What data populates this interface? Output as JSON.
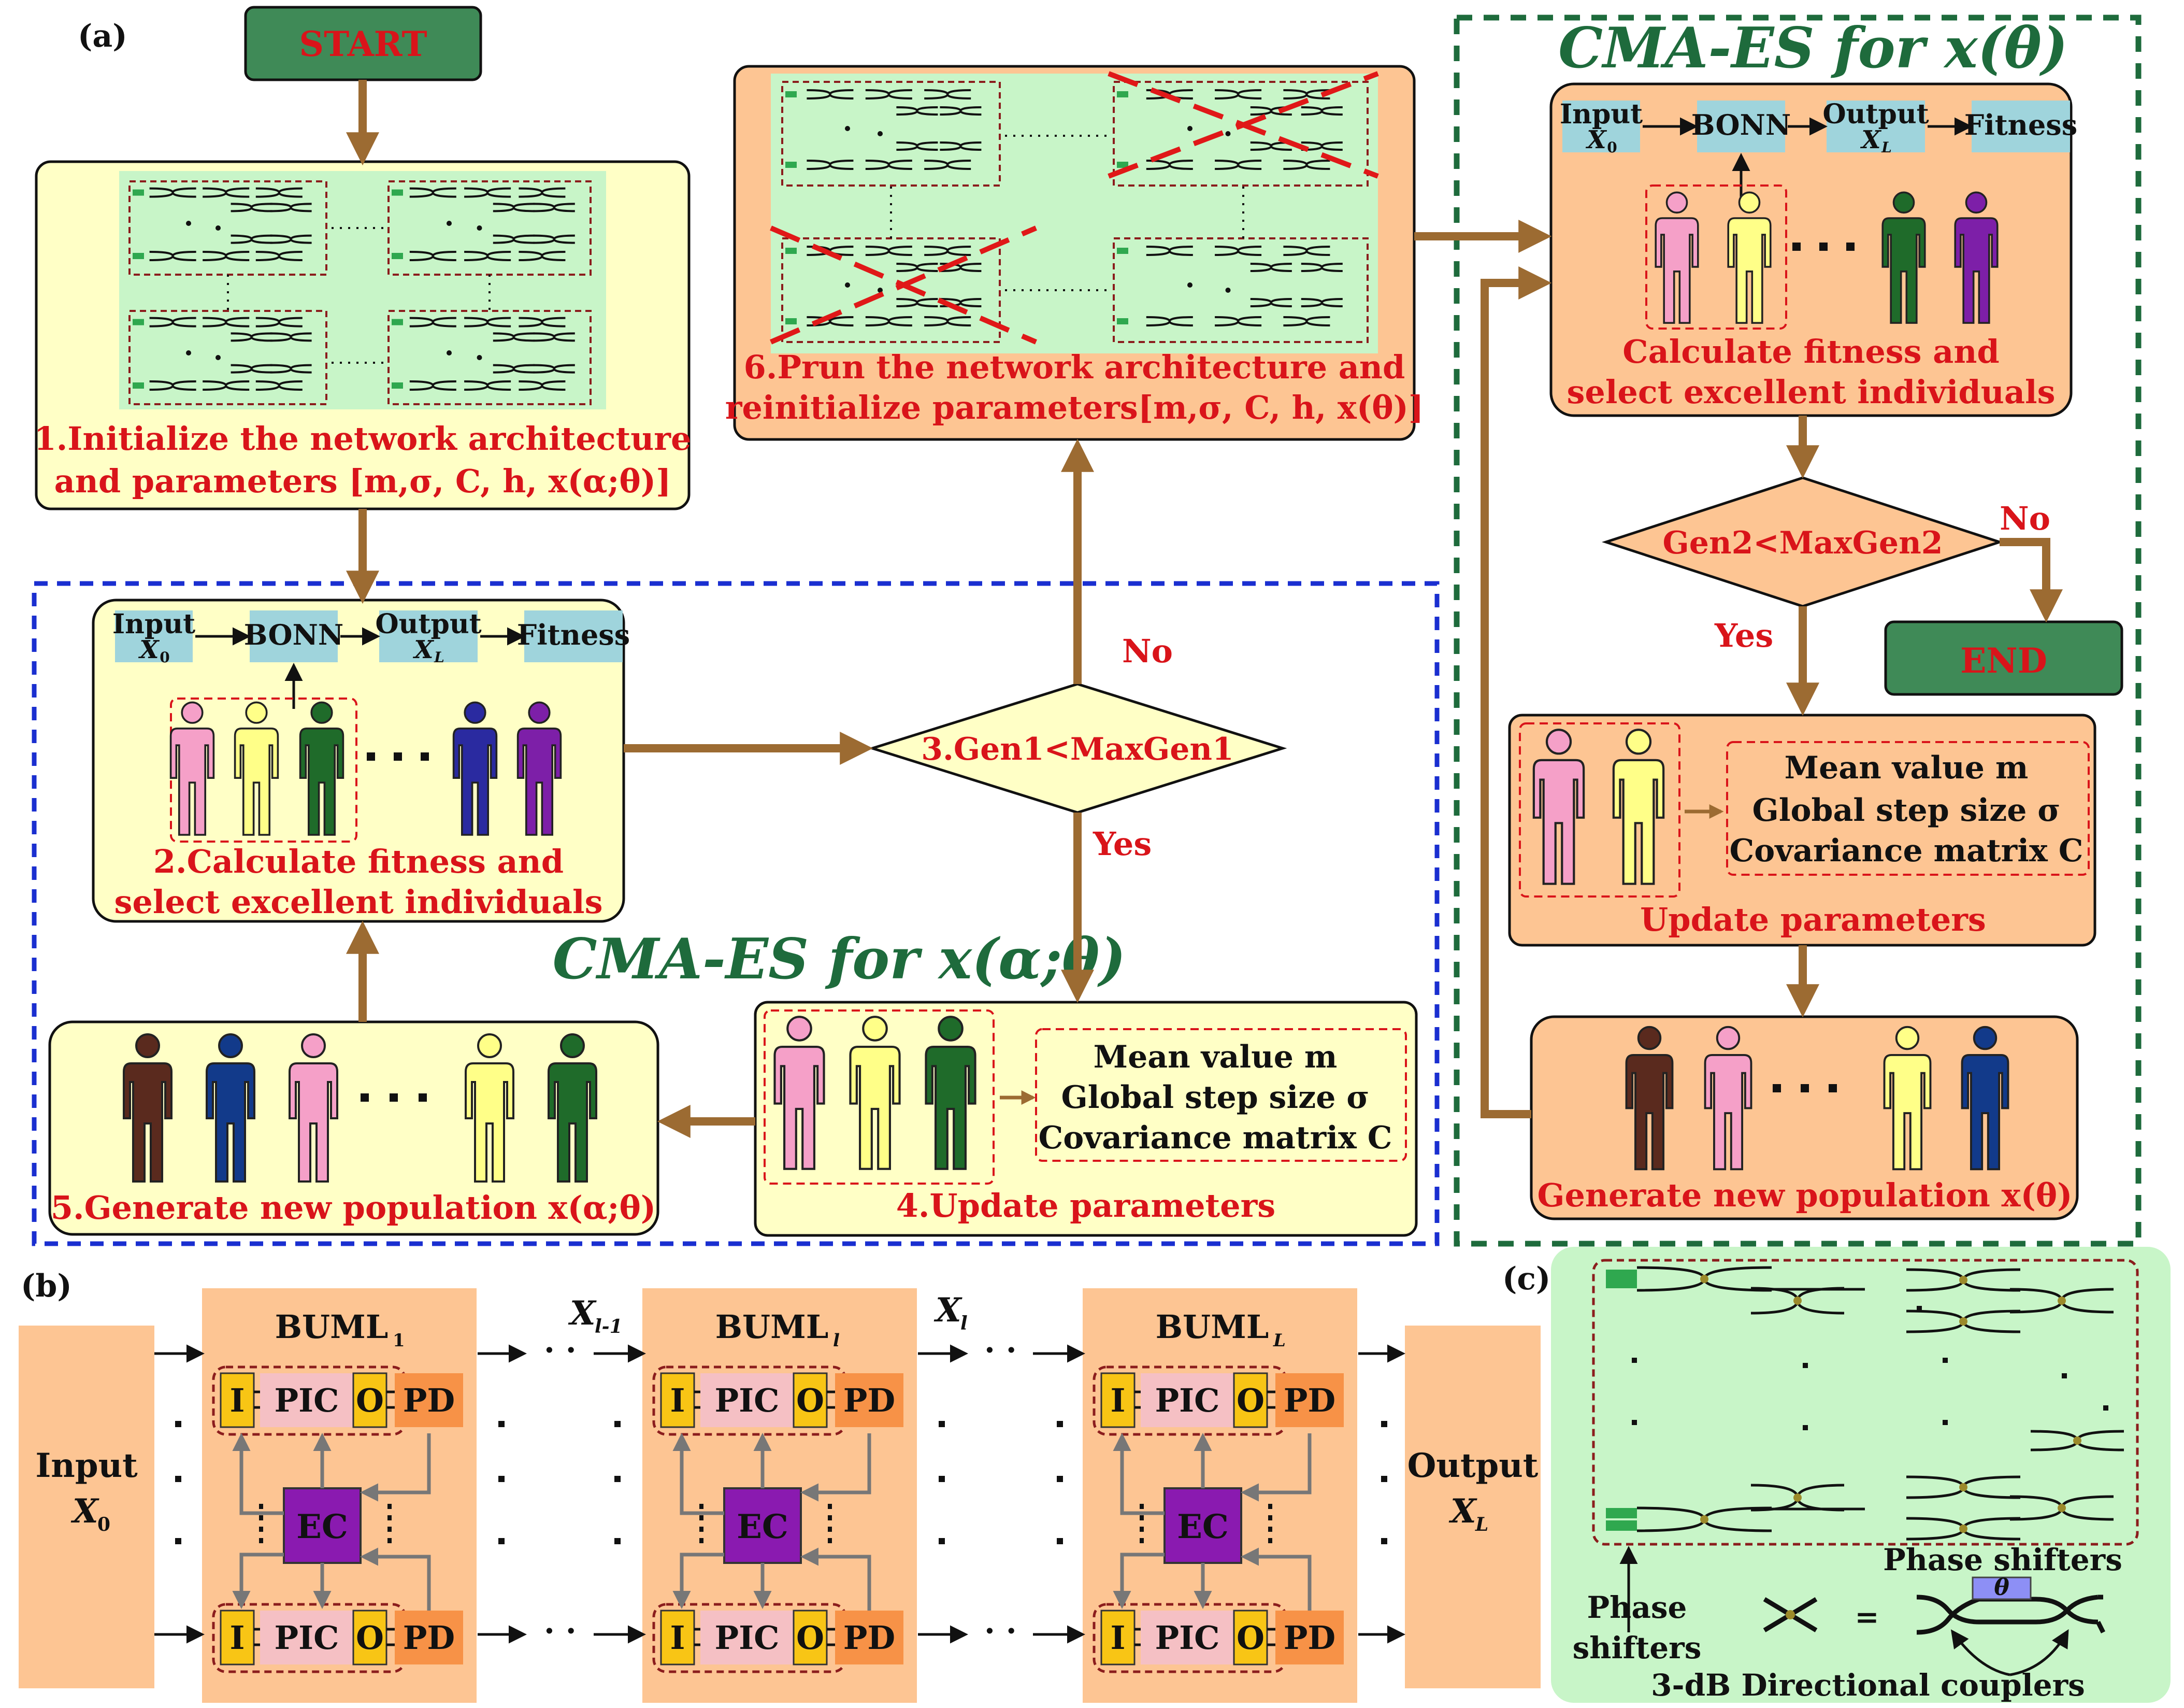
{
  "panel_labels": {
    "a": "(a)",
    "b": "(b)",
    "c": "(c)"
  },
  "colors": {
    "yellow_box": "#ffffc6",
    "orange_box": "#fdc593",
    "green_region": "#c8f5c8",
    "arrow_brown": "#9c6b32",
    "label_red": "#d9141a",
    "title_green": "#1e6b3c",
    "cyan": "#9fd4dc",
    "ec_purple": "#8a1ab0",
    "yellow_chip": "#f8c515",
    "pic_pink": "#f5c0c4",
    "pd_orange": "#f79247"
  },
  "flow": {
    "start": "START",
    "end": "END",
    "step1": {
      "line1": "1.Initialize the network architecture",
      "line2": "and parameters [m,σ, C, h, x(α;θ)]"
    },
    "step2": {
      "line1": "2.Calculate fitness and",
      "line2": "select excellent individuals"
    },
    "step3": "3.Gen1<MaxGen1",
    "step4": "4.Update parameters",
    "step5": "5.Generate new population x(α;θ)",
    "step6": {
      "line1": "6.Prun the network architecture and",
      "line2": "reinitialize parameters[m,σ, C, h, x(θ)]"
    },
    "yes": "Yes",
    "no": "No",
    "cma_left_title": "CMA-ES for x(α;θ)",
    "cma_right_title": "CMA-ES for x(θ)",
    "gen2": "Gen2<MaxGen2",
    "right_calc": {
      "line1": "Calculate fitness and",
      "line2": "select excellent individuals"
    },
    "right_update": "Update parameters",
    "right_generate": "Generate new population x(θ)",
    "pipeline": {
      "input": "Input",
      "x0": "X",
      "x0_sub": "0",
      "bonn": "BONN",
      "output": "Output",
      "xl": "X",
      "xl_sub": "L",
      "fitness": "Fitness"
    },
    "param_list": {
      "mean": "Mean value m",
      "step": "Global step size σ",
      "cov": "Covariance matrix C"
    }
  },
  "panel_b": {
    "input": "Input",
    "input_var": "X",
    "input_sub": "0",
    "output": "Output",
    "output_var": "X",
    "output_sub": "L",
    "modules": [
      {
        "name": "BUML",
        "sub": "1"
      },
      {
        "name": "BUML",
        "sub": "l"
      },
      {
        "name": "BUML",
        "sub": "L"
      }
    ],
    "inter_labels": [
      {
        "var": "X",
        "sub": "l-1"
      },
      {
        "var": "X",
        "sub": "l"
      }
    ],
    "chip_i": "I",
    "chip_pic": "PIC",
    "chip_o": "O",
    "chip_pd": "PD",
    "chip_ec": "EC"
  },
  "panel_c": {
    "phase_shifters_left": {
      "line1": "Phase",
      "line2": "shifters"
    },
    "phase_shifters_right": "Phase shifters",
    "theta": "θ",
    "equals": "=",
    "couplers": "3-dB Directional couplers"
  }
}
